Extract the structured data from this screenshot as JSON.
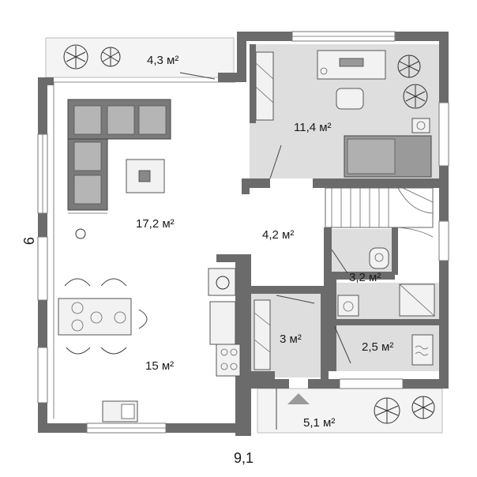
{
  "plan": {
    "dimensions": {
      "width_label": "9,1",
      "height_label": "9"
    },
    "rooms": {
      "terrace_top": {
        "area": "4,3 м²"
      },
      "bedroom": {
        "area": "11,4 м²"
      },
      "living": {
        "area": "17,2 м²"
      },
      "hall": {
        "area": "4,2 м²"
      },
      "bathroom": {
        "area": "3,2 м²"
      },
      "storage": {
        "area": "3 м²"
      },
      "laundry": {
        "area": "2,5 м²"
      },
      "kitchen": {
        "area": "15 м²"
      },
      "terrace_bottom": {
        "area": "5,1 м²"
      }
    }
  }
}
